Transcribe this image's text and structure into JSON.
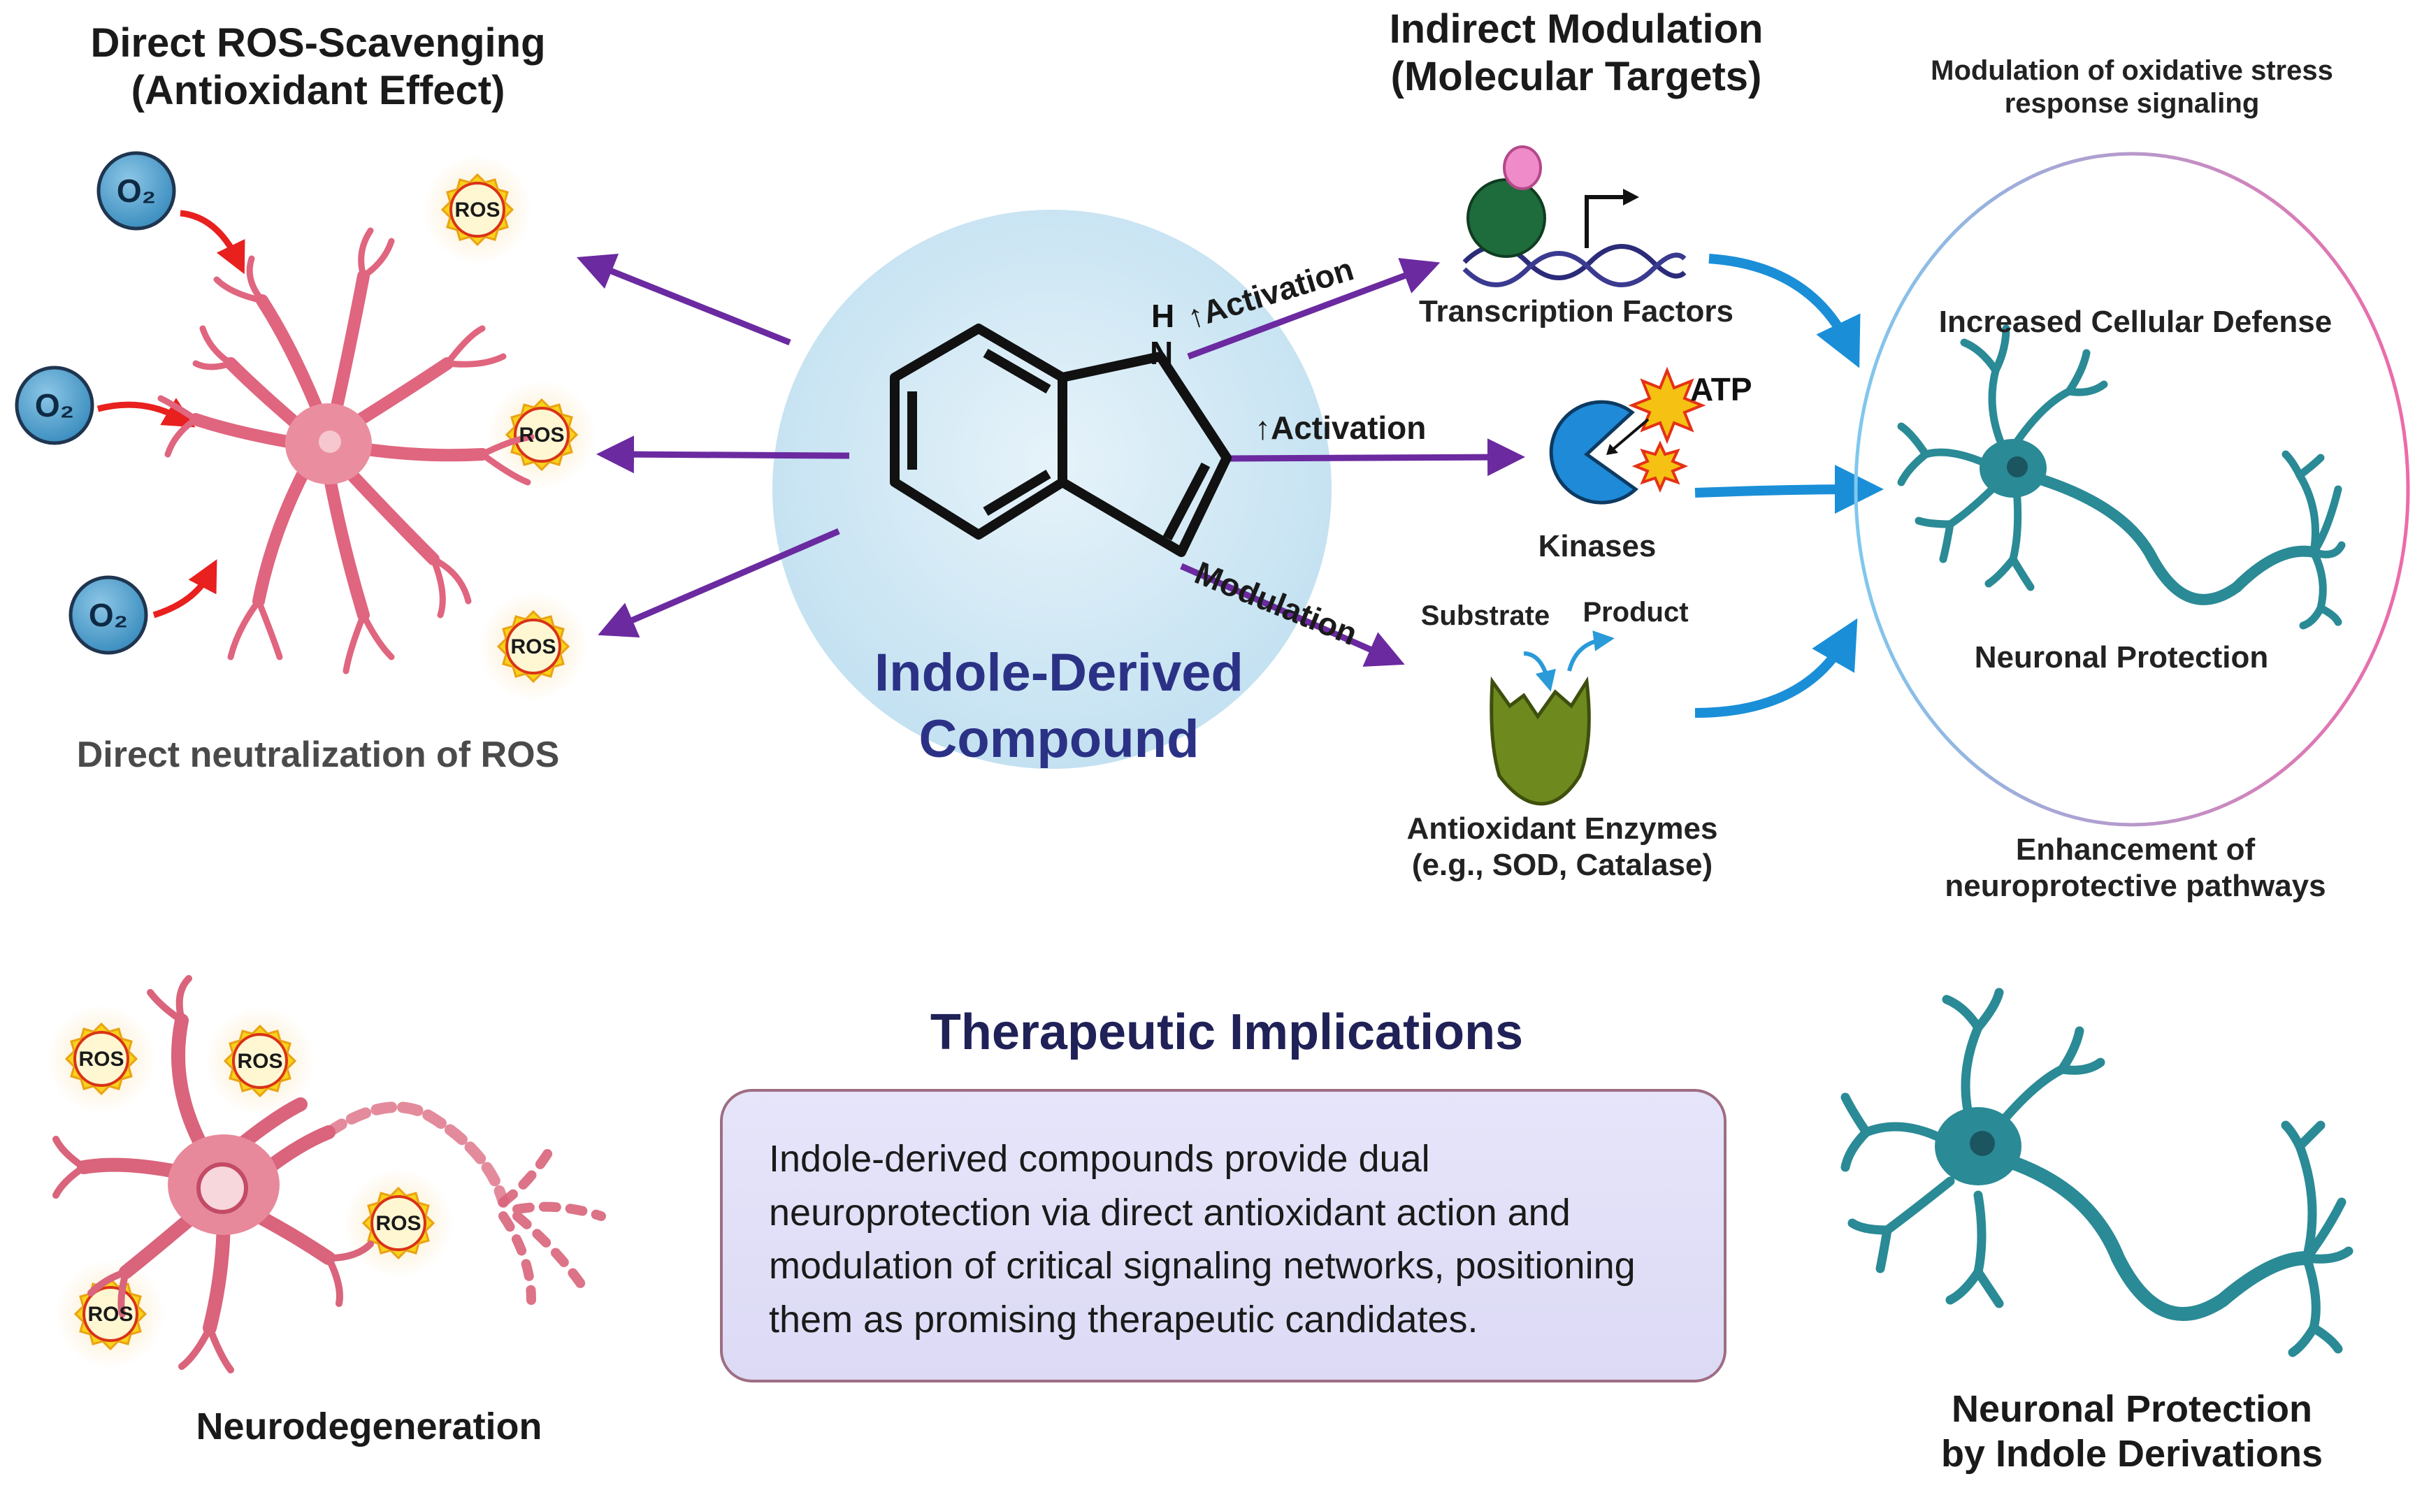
{
  "colors": {
    "purple_arrow": "#6b2aa0",
    "blue_arrow": "#1a8fd8",
    "red_arrow": "#e8201e",
    "neuron_pink": "#e0657f",
    "neuron_teal": "#2a8a96",
    "compound_circle": "#cfe8f5",
    "title_navy": "#2b3286",
    "ros_badge": "#f8d21c"
  },
  "left_panel": {
    "title_line1": "Direct ROS-Scavenging",
    "title_line2": "(Antioxidant Effect)",
    "oxygen_label": "O₂",
    "ros_label": "ROS",
    "caption": "Direct neutralization of ROS"
  },
  "center": {
    "compound_line1": "Indole-Derived",
    "compound_line2": "Compound",
    "nh_label_h": "H",
    "nh_label_n": "N",
    "arrow_labels": [
      "Activation",
      "Activation",
      "Modulation"
    ]
  },
  "indirect": {
    "title_line1": "Indirect Modulation",
    "title_line2": "(Molecular Targets)",
    "transcription_factors": "Transcription Factors",
    "atp": "ATP",
    "kinases": "Kinases",
    "substrate": "Substrate",
    "product": "Product",
    "enzymes_line1": "Antioxidant Enzymes",
    "enzymes_line2": "(e.g., SOD, Catalase)"
  },
  "right_panel": {
    "top_line1": "Modulation of oxidative stress",
    "top_line2": "response signaling",
    "defense": "Increased Cellular Defense",
    "protection": "Neuronal Protection",
    "bottom_line1": "Enhancement of",
    "bottom_line2": "neuroprotective pathways"
  },
  "bottom": {
    "therapeutic_title": "Therapeutic Implications",
    "summary": "Indole-derived compounds provide dual neuroprotection via direct antioxidant action and modulation of critical signaling networks, positioning them as promising therapeutic candidates.",
    "neurodegeneration": "Neurodegeneration",
    "protection_line1": "Neuronal Protection",
    "protection_line2": "by Indole Derivations"
  }
}
